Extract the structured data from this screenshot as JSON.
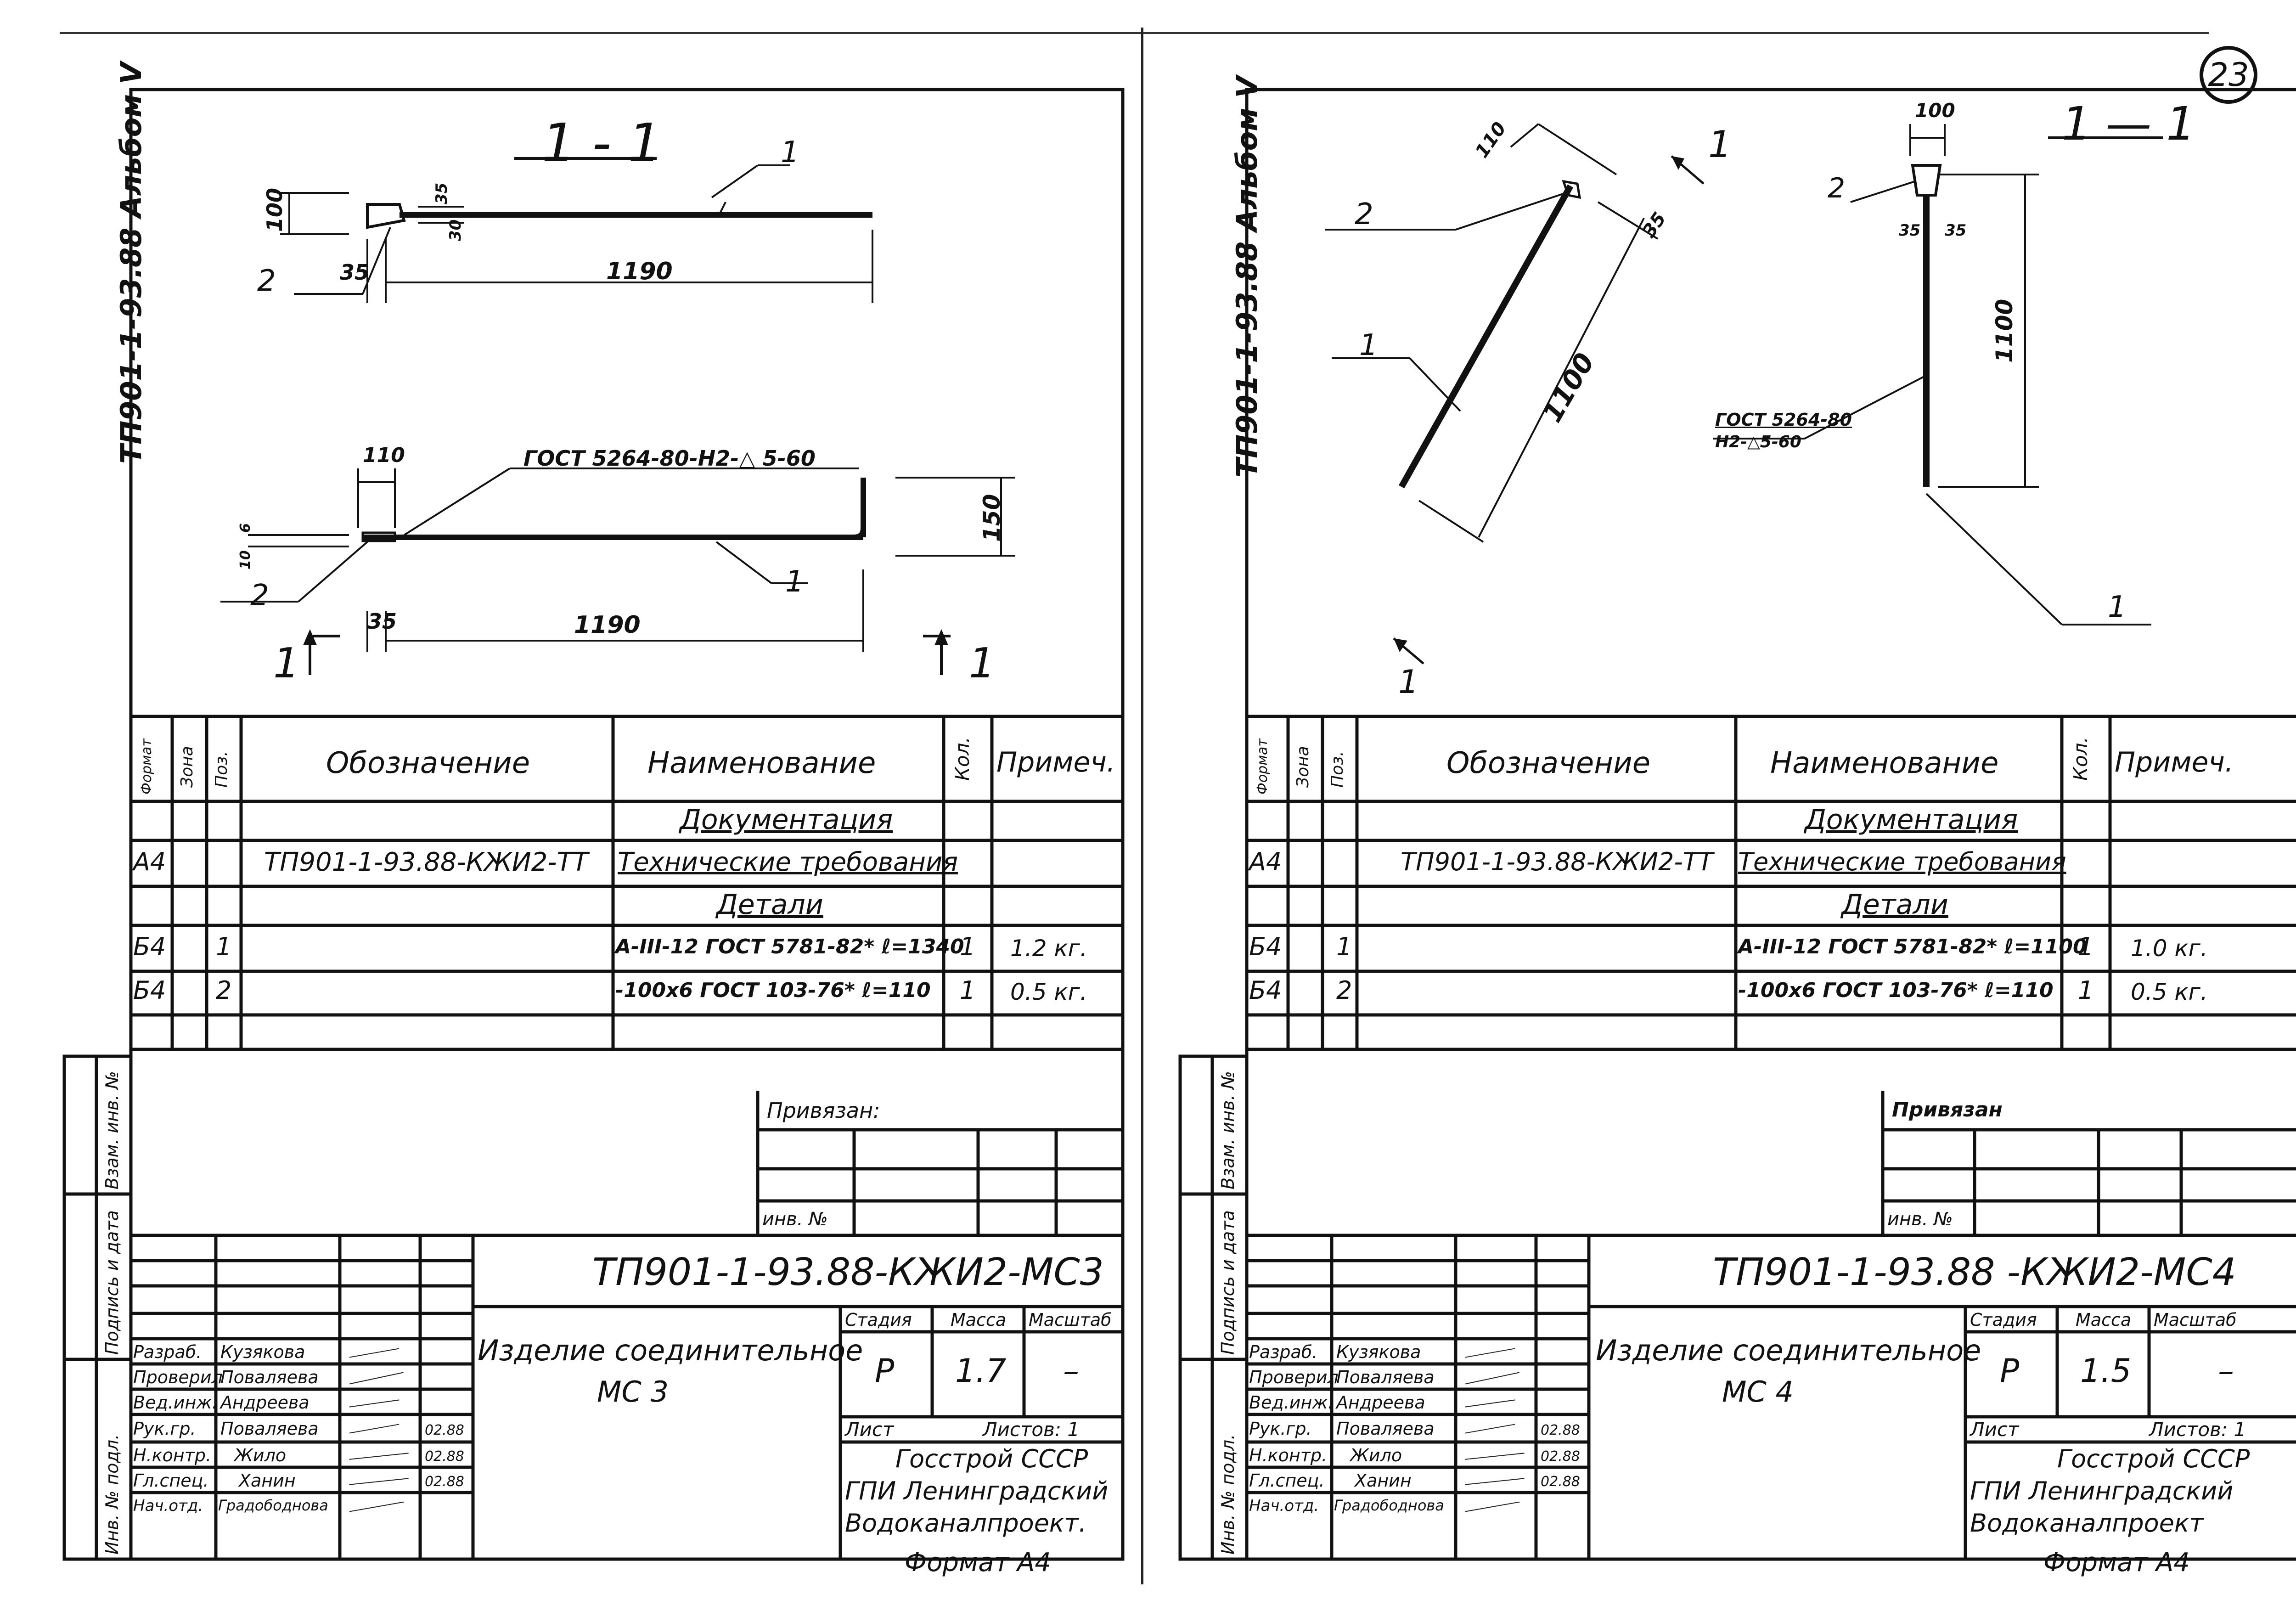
{
  "page_number": "23",
  "sheets": [
    {
      "side_label": "ТП901-1-93.88 Альбом V",
      "section_title": "1 - 1",
      "dims": {
        "top_height": "100",
        "top_a": "35",
        "top_b": "30",
        "top_left": "35",
        "top_length": "1190",
        "bot_pad": "110",
        "bot_t1": "6",
        "bot_t2": "10",
        "bot_left": "35",
        "bot_length": "1190",
        "bot_height": "150",
        "gost_weld": "ГОСТ 5264-80-Н2-△ 5-60",
        "pos1a": "1",
        "pos2a": "2",
        "pos1b": "1",
        "pos2b": "2",
        "cut_l": "1",
        "cut_r": "1"
      },
      "spec": {
        "headers": {
          "format": "Формат",
          "zone": "Зона",
          "pos": "Поз.",
          "designation": "Обозначение",
          "name": "Наименование",
          "qty": "Кол.",
          "note": "Примеч."
        },
        "rows": [
          {
            "format": "",
            "zone": "",
            "pos": "",
            "designation": "",
            "name": "Документация",
            "qty": "",
            "note": ""
          },
          {
            "format": "А4",
            "zone": "",
            "pos": "",
            "designation": "ТП901-1-93.88-КЖИ2-ТТ",
            "name": "Технические требования",
            "qty": "",
            "note": ""
          },
          {
            "format": "",
            "zone": "",
            "pos": "",
            "designation": "",
            "name": "Детали",
            "qty": "",
            "note": ""
          },
          {
            "format": "Б4",
            "zone": "",
            "pos": "1",
            "designation": "",
            "name": "А-III-12 ГОСТ 5781-82* ℓ=1340",
            "qty": "1",
            "note": "1.2 кг."
          },
          {
            "format": "Б4",
            "zone": "",
            "pos": "2",
            "designation": "",
            "name": "-100х6 ГОСТ 103-76* ℓ=110",
            "qty": "1",
            "note": "0.5 кг."
          }
        ]
      },
      "binding_label": "Привязан:",
      "inv_label": "инв. №",
      "side_stamps": [
        "Взам. инв. №",
        "Подпись и дата",
        "Инв. № подл."
      ],
      "doc_code": "ТП901-1-93.88-КЖИ2-МС3",
      "product_name": "Изделие соединительное",
      "product_code": "МС 3",
      "stage_label": "Стадия",
      "mass_label": "Масса",
      "scale_label": "Масштаб",
      "stage": "Р",
      "mass": "1.7",
      "scale": "–",
      "sheet_label": "Лист",
      "sheets_label": "Листов: 1",
      "org": [
        "Госстрой СССР",
        "ГПИ Ленинградский",
        "Водоканалпроект."
      ],
      "people": [
        {
          "role": "Разраб.",
          "name": "Кузякова",
          "date": ""
        },
        {
          "role": "Проверил",
          "name": "Поваляева",
          "date": ""
        },
        {
          "role": "Вед.инж.",
          "name": "Андреева",
          "date": ""
        },
        {
          "role": "Рук.гр.",
          "name": "Поваляева",
          "date": "02.88"
        },
        {
          "role": "Н.контр.",
          "name": "Жило",
          "date": "02.88"
        },
        {
          "role": "Гл.спец.",
          "name": "Ханин",
          "date": "02.88"
        },
        {
          "role": "Нач.отд.",
          "name": "Градободнова",
          "date": ""
        }
      ],
      "format": "Формат А4"
    },
    {
      "side_label": "ТП901-1-93.88 Альбом V",
      "section_title": "1 — 1",
      "dims": {
        "pad_w": "110",
        "thick": "35",
        "length": "1100",
        "cut": "1",
        "sec_w": "100",
        "sec_a": "35",
        "sec_b": "35",
        "sec_len": "1100",
        "gost_weld_1": "ГОСТ 5264-80",
        "gost_weld_2": "Н2-△5-60",
        "pos2a": "2",
        "pos1a": "1",
        "pos2b": "2",
        "pos1b": "1",
        "cut_b": "1"
      },
      "spec": {
        "headers": {
          "format": "Формат",
          "zone": "Зона",
          "pos": "Поз.",
          "designation": "Обозначение",
          "name": "Наименование",
          "qty": "Кол.",
          "note": "Примеч."
        },
        "rows": [
          {
            "format": "",
            "zone": "",
            "pos": "",
            "designation": "",
            "name": "Документация",
            "qty": "",
            "note": ""
          },
          {
            "format": "А4",
            "zone": "",
            "pos": "",
            "designation": "ТП901-1-93.88-КЖИ2-ТТ",
            "name": "Технические требования",
            "qty": "",
            "note": ""
          },
          {
            "format": "",
            "zone": "",
            "pos": "",
            "designation": "",
            "name": "Детали",
            "qty": "",
            "note": ""
          },
          {
            "format": "Б4",
            "zone": "",
            "pos": "1",
            "designation": "",
            "name": "А-III-12 ГОСТ 5781-82* ℓ=1100",
            "qty": "1",
            "note": "1.0 кг."
          },
          {
            "format": "Б4",
            "zone": "",
            "pos": "2",
            "designation": "",
            "name": "-100х6 ГОСТ 103-76* ℓ=110",
            "qty": "1",
            "note": "0.5 кг."
          }
        ]
      },
      "binding_label": "Привязан",
      "inv_label": "инв. №",
      "side_stamps": [
        "Взам. инв. №",
        "Подпись и дата",
        "Инв. № подл."
      ],
      "doc_code": "ТП901-1-93.88 -КЖИ2-МС4",
      "product_name": "Изделие соединительное",
      "product_code": "МС 4",
      "stage_label": "Стадия",
      "mass_label": "Масса",
      "scale_label": "Масштаб",
      "stage": "Р",
      "mass": "1.5",
      "scale": "–",
      "sheet_label": "Лист",
      "sheets_label": "Листов: 1",
      "org": [
        "Госстрой СССР",
        "ГПИ Ленинградский",
        "Водоканалпроект"
      ],
      "people": [
        {
          "role": "Разраб.",
          "name": "Кузякова",
          "date": ""
        },
        {
          "role": "Проверил",
          "name": "Поваляева",
          "date": ""
        },
        {
          "role": "Вед.инж.",
          "name": "Андреева",
          "date": ""
        },
        {
          "role": "Рук.гр.",
          "name": "Поваляева",
          "date": "02.88"
        },
        {
          "role": "Н.контр.",
          "name": "Жило",
          "date": "02.88"
        },
        {
          "role": "Гл.спец.",
          "name": "Ханин",
          "date": "02.88"
        },
        {
          "role": "Нач.отд.",
          "name": "Градободнова",
          "date": ""
        }
      ],
      "format": "Формат А4"
    }
  ]
}
